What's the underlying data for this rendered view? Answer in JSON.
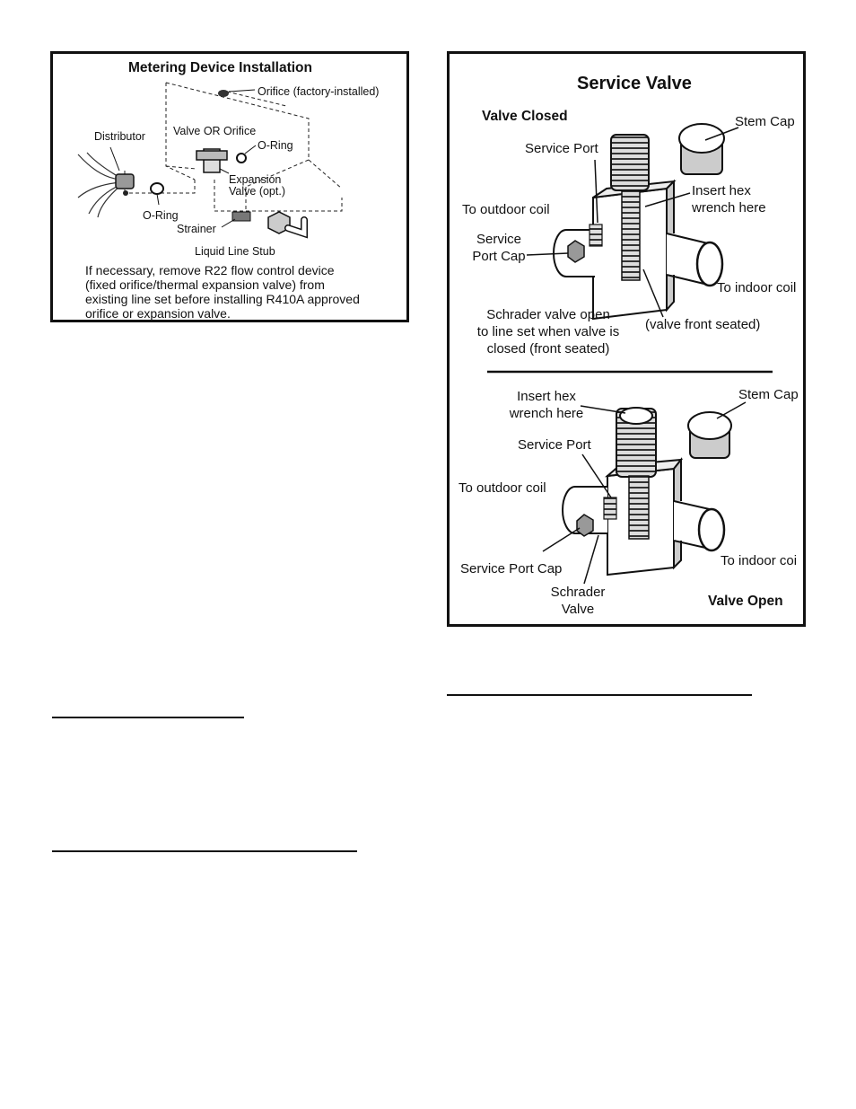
{
  "metering": {
    "title": "Metering Device Installation",
    "labels": {
      "orifice_factory": "Orifice (factory-installed)",
      "distributor": "Distributor",
      "valve_or_orifice": "Valve OR Orifice",
      "oring_top": "O-Ring",
      "expansion_valve_1": "Expansion",
      "expansion_valve_2": "Valve (opt.)",
      "oring_bottom": "O-Ring",
      "strainer": "Strainer",
      "liquid_line_stub": "Liquid Line Stub"
    },
    "note": [
      "If necessary, remove R22 flow control device",
      "(fixed orifice/thermal expansion valve) from",
      "existing line set before installing R410A approved",
      "orifice or expansion valve."
    ]
  },
  "service_valve": {
    "title": "Service Valve",
    "closed": {
      "heading": "Valve Closed",
      "stem_cap": "Stem Cap",
      "service_port": "Service Port",
      "insert_hex_1": "Insert hex",
      "insert_hex_2": "wrench here",
      "to_outdoor_coil": "To outdoor coil",
      "service_port_cap_1": "Service",
      "service_port_cap_2": "Port Cap",
      "to_indoor_coil": "To indoor coil",
      "schrader_1": "Schrader valve open",
      "schrader_2": "to line set when valve is",
      "schrader_3": "closed (front seated)",
      "front_seated": "(valve front seated)"
    },
    "open": {
      "heading": "Valve Open",
      "insert_hex_1": "Insert hex",
      "insert_hex_2": "wrench here",
      "stem_cap": "Stem Cap",
      "service_port": "Service Port",
      "to_outdoor_coil": "To outdoor coil",
      "service_port_cap": "Service Port Cap",
      "schrader_1": "Schrader",
      "schrader_2": "Valve",
      "to_indoor_coil": "To indoor coi"
    }
  }
}
